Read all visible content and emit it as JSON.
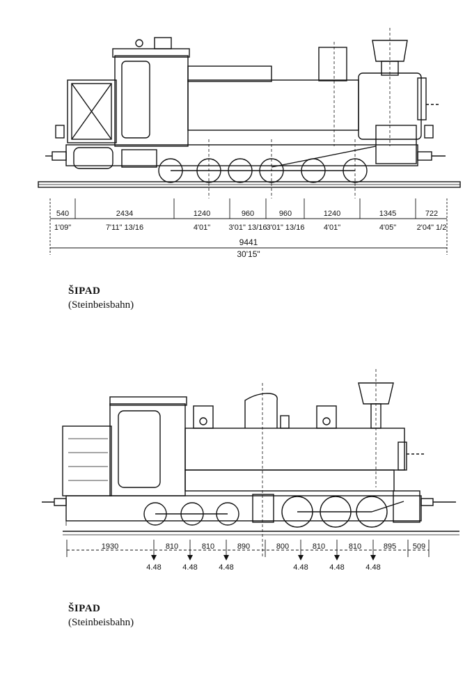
{
  "drawing1": {
    "dims_mm": [
      "540",
      "2434",
      "1240",
      "960",
      "960",
      "1240",
      "1345",
      "722"
    ],
    "dims_ft": [
      "1'09\"",
      "7'11\" 13/16",
      "4'01\"",
      "3'01\" 13/16",
      "3'01\" 13/16",
      "4'01\"",
      "4'05\"",
      "2'04\" 1/2"
    ],
    "total_mm": "9441",
    "total_ft": "30'15\""
  },
  "caption1": {
    "title": "ŠIPAD",
    "subtitle": "(Steinbeisbahn)"
  },
  "drawing2": {
    "dims_mm": [
      "1930",
      "810",
      "810",
      "890",
      "800",
      "810",
      "810",
      "895",
      "509"
    ],
    "axle_loads": [
      "4.48",
      "4.48",
      "4.48",
      "4.48",
      "4.48",
      "4.48"
    ]
  },
  "caption2": {
    "title": "ŠIPAD",
    "subtitle": "(Steinbeisbahn)"
  }
}
